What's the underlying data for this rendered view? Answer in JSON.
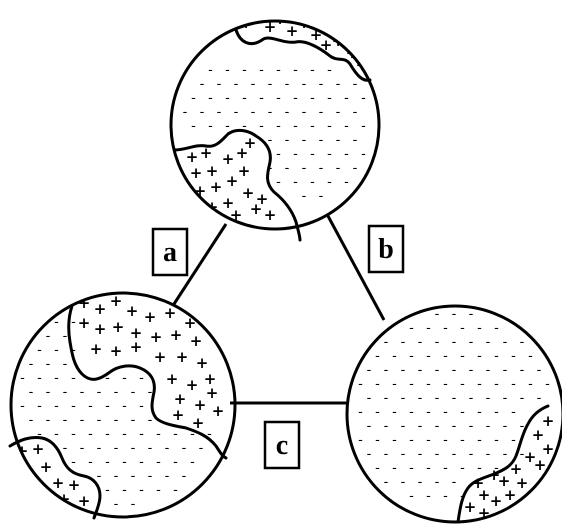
{
  "symbols": {
    "positive": "+",
    "negative": "-"
  },
  "labels": {
    "a": "a",
    "b": "b",
    "c": "c"
  },
  "colors": {
    "ink": "#000000",
    "paper": "#ffffff"
  }
}
